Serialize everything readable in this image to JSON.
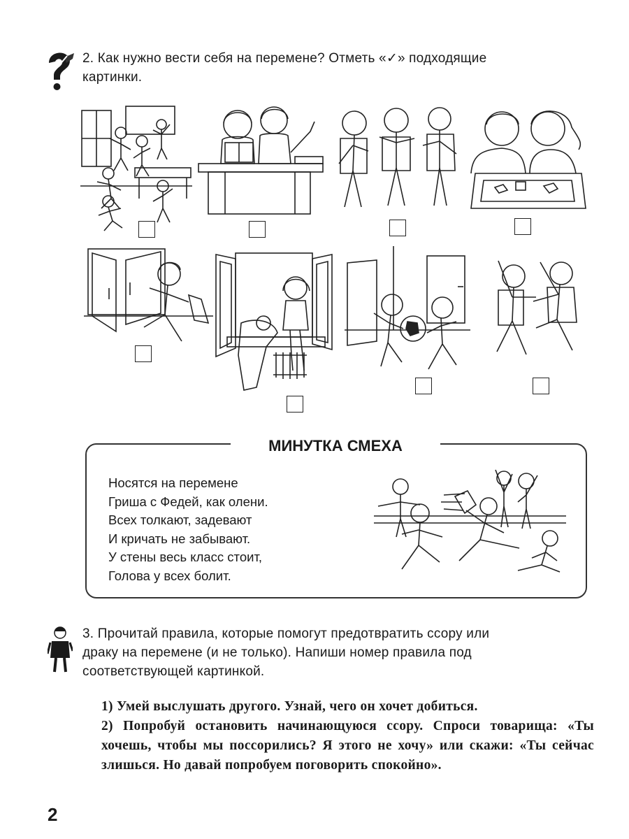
{
  "task2": {
    "text_line1": "2. Как нужно вести себя на перемене? Отметь «✓» подходящие",
    "text_line2": "картинки."
  },
  "pictures": {
    "row1": [
      "classroom-running-children",
      "reading-at-desk",
      "boys-talking",
      "playing-board-game"
    ],
    "row2": [
      "boy-running-out-door",
      "girl-on-windowsill",
      "boys-playing-football",
      "boys-fighting"
    ]
  },
  "joke": {
    "title": "МИНУТКА СМЕХА",
    "lines": [
      "Носятся на перемене",
      "Гриша с Федей, как олени.",
      "Всех толкают, задевают",
      "И кричать не забывают.",
      "У стены весь класс стоит,",
      "Голова у всех болит."
    ]
  },
  "task3": {
    "line1": "3. Прочитай правила, которые помогут предотвратить ссору или",
    "line2": "драку на перемене (и не только). Напиши номер правила под",
    "line3": "соответствующей картинкой."
  },
  "rules": {
    "rule1": "1) Умей выслушать другого. Узнай, чего он хочет добиться.",
    "rule2": "2) Попробуй остановить начинающуюся ссору. Спроси товарища: «Ты хочешь, чтобы мы поссорились? Я этого не хочу» или скажи: «Ты сейчас злишься. Но давай попробуем поговорить спокойно»."
  },
  "page_number": "2"
}
